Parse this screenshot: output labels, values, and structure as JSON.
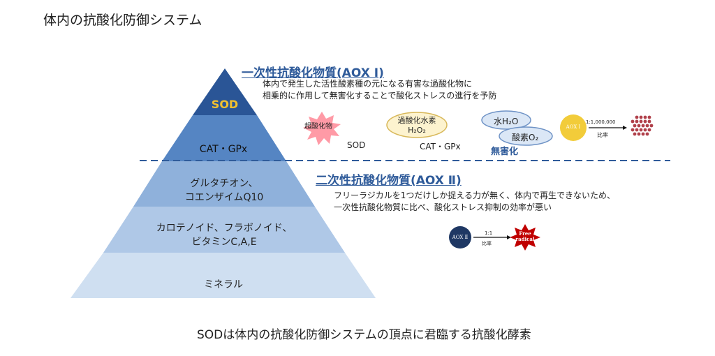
{
  "title": "体内の抗酸化防御システム",
  "pyramid": {
    "levels": [
      {
        "label": "SOD"
      },
      {
        "label": "CAT・GPx"
      },
      {
        "line1": "グルタチオン、",
        "line2": "コエンザイムQ10"
      },
      {
        "line1": "カロテノイド、フラボノイド、",
        "line2": "ビタミンC,A,E"
      },
      {
        "label": "ミネラル"
      }
    ]
  },
  "primary": {
    "title": "一次性抗酸化物質(AOX Ⅰ)",
    "desc_line1": "体内で発生した活性酸素種の元になる有害な過酸化物に",
    "desc_line2": "相乗的に作用して無害化することで酸化ストレスの進行を予防",
    "superoxide": "超酸化物",
    "sod": "SOD",
    "peroxide_line1": "過酸化水素",
    "peroxide_line2": "H₂O₂",
    "cat_gpx": "CAT・GPx",
    "water": "水H₂O",
    "oxygen": "酸素O₂",
    "harmless": "無害化",
    "aox_badge": "AOX Ⅰ",
    "ratio_value": "1:1,000,000",
    "ratio_label": "比率"
  },
  "secondary": {
    "title": "二次性抗酸化物質(AOX Ⅱ)",
    "desc_line1": "フリーラジカルを1つだけしか捉える力が無く、体内で再生できないため、",
    "desc_line2": "一次性抗酸化物質に比べ、酸化ストレス抑制の効率が悪い",
    "aox_badge": "AOX Ⅱ",
    "ratio_value": "1:1",
    "ratio_label": "比率",
    "free_radical_line1": "Free",
    "free_radical_line2": "radical"
  },
  "footer": "SODは体内の抗酸化防御システムの頂点に君臨する抗酸化酵素",
  "colors": {
    "level1": "#2a5596",
    "level2": "#5585c3",
    "level3": "#8fb1db",
    "level4": "#afc8e7",
    "level5": "#cfdff1",
    "sod_text": "#f2c12e",
    "title_blue": "#2f5b9a",
    "navy_circle": "#1f3864",
    "yellow_circle": "#f2cc3a",
    "red_star": "#c00000",
    "dots": "#b0404a"
  }
}
